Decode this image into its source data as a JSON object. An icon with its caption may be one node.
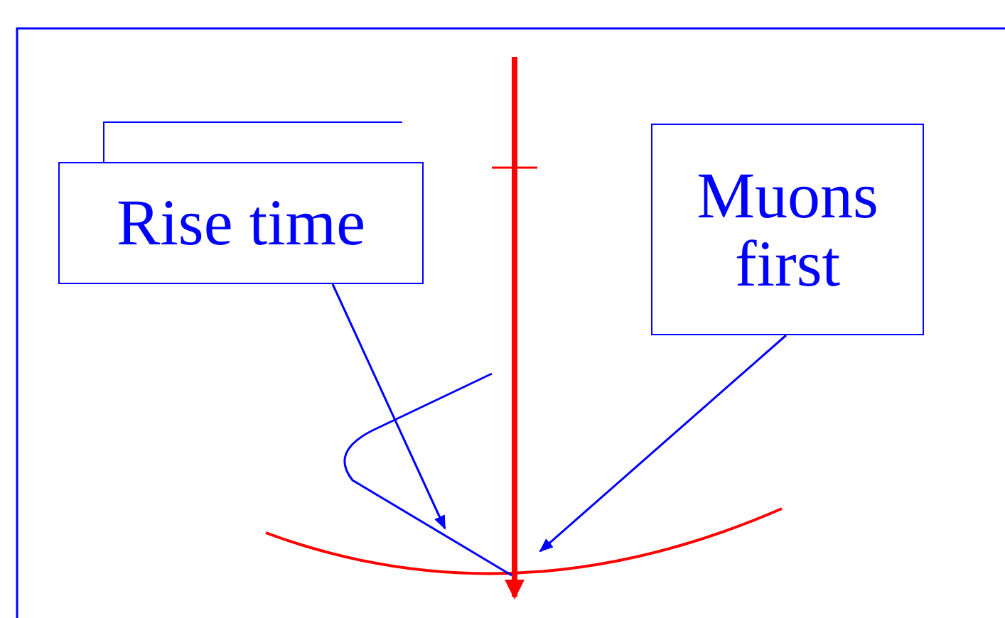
{
  "diagram": {
    "nodes": [
      {
        "text": [
          "Rise time"
        ]
      },
      {
        "text": [
          "Muons first"
        ]
      }
    ],
    "edges": [
      {
        "from": 0,
        "to": null,
        "arrow": "to"
      },
      {
        "from": 1,
        "to": null,
        "arrow": "to"
      }
    ]
  }
}
